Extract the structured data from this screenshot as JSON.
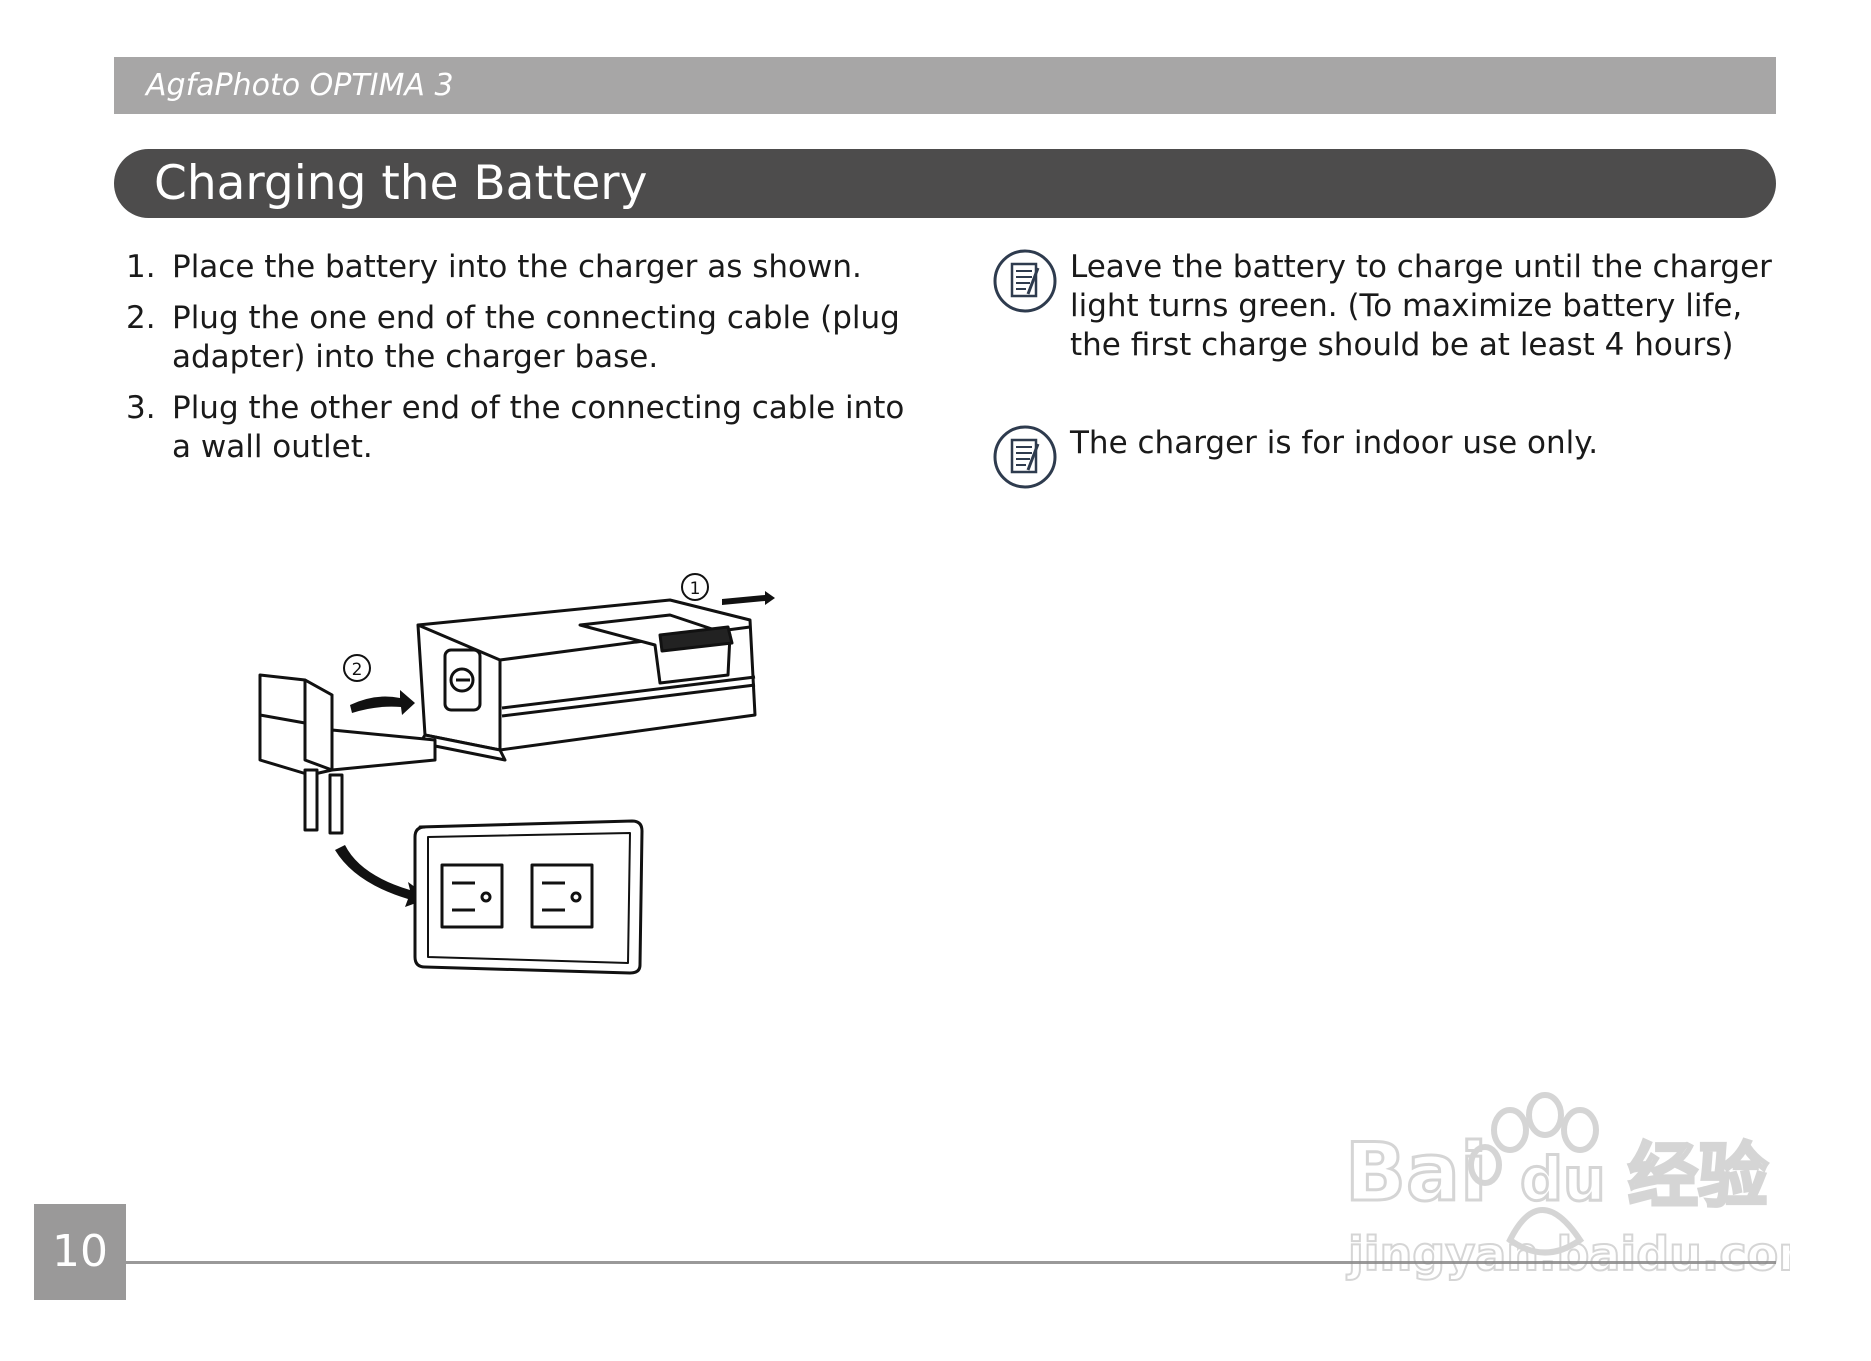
{
  "header": {
    "product": "AgfaPhoto OPTIMA 3"
  },
  "section": {
    "title": "Charging the Battery"
  },
  "steps": [
    {
      "num": "1.",
      "text": "Place the battery into the charger as shown."
    },
    {
      "num": "2.",
      "text": "Plug the one end of the connecting cable (plug adapter) into the charger base."
    },
    {
      "num": "3.",
      "text": "Plug the other end of the connecting cable into a wall outlet."
    }
  ],
  "notes": [
    {
      "icon": "note-icon",
      "text": "Leave the battery to charge until the charger light turns green. (To maximize battery life, the first charge should be at least 4 hours)"
    },
    {
      "icon": "note-icon",
      "text": "The charger is for indoor use only."
    }
  ],
  "illustration": {
    "callout_1": "1",
    "callout_2": "2"
  },
  "footer": {
    "page_number": "10"
  },
  "watermark": {
    "brand": "Bai",
    "brand2": "du",
    "cn": "经验",
    "url": "jingyan.baidu.com"
  }
}
